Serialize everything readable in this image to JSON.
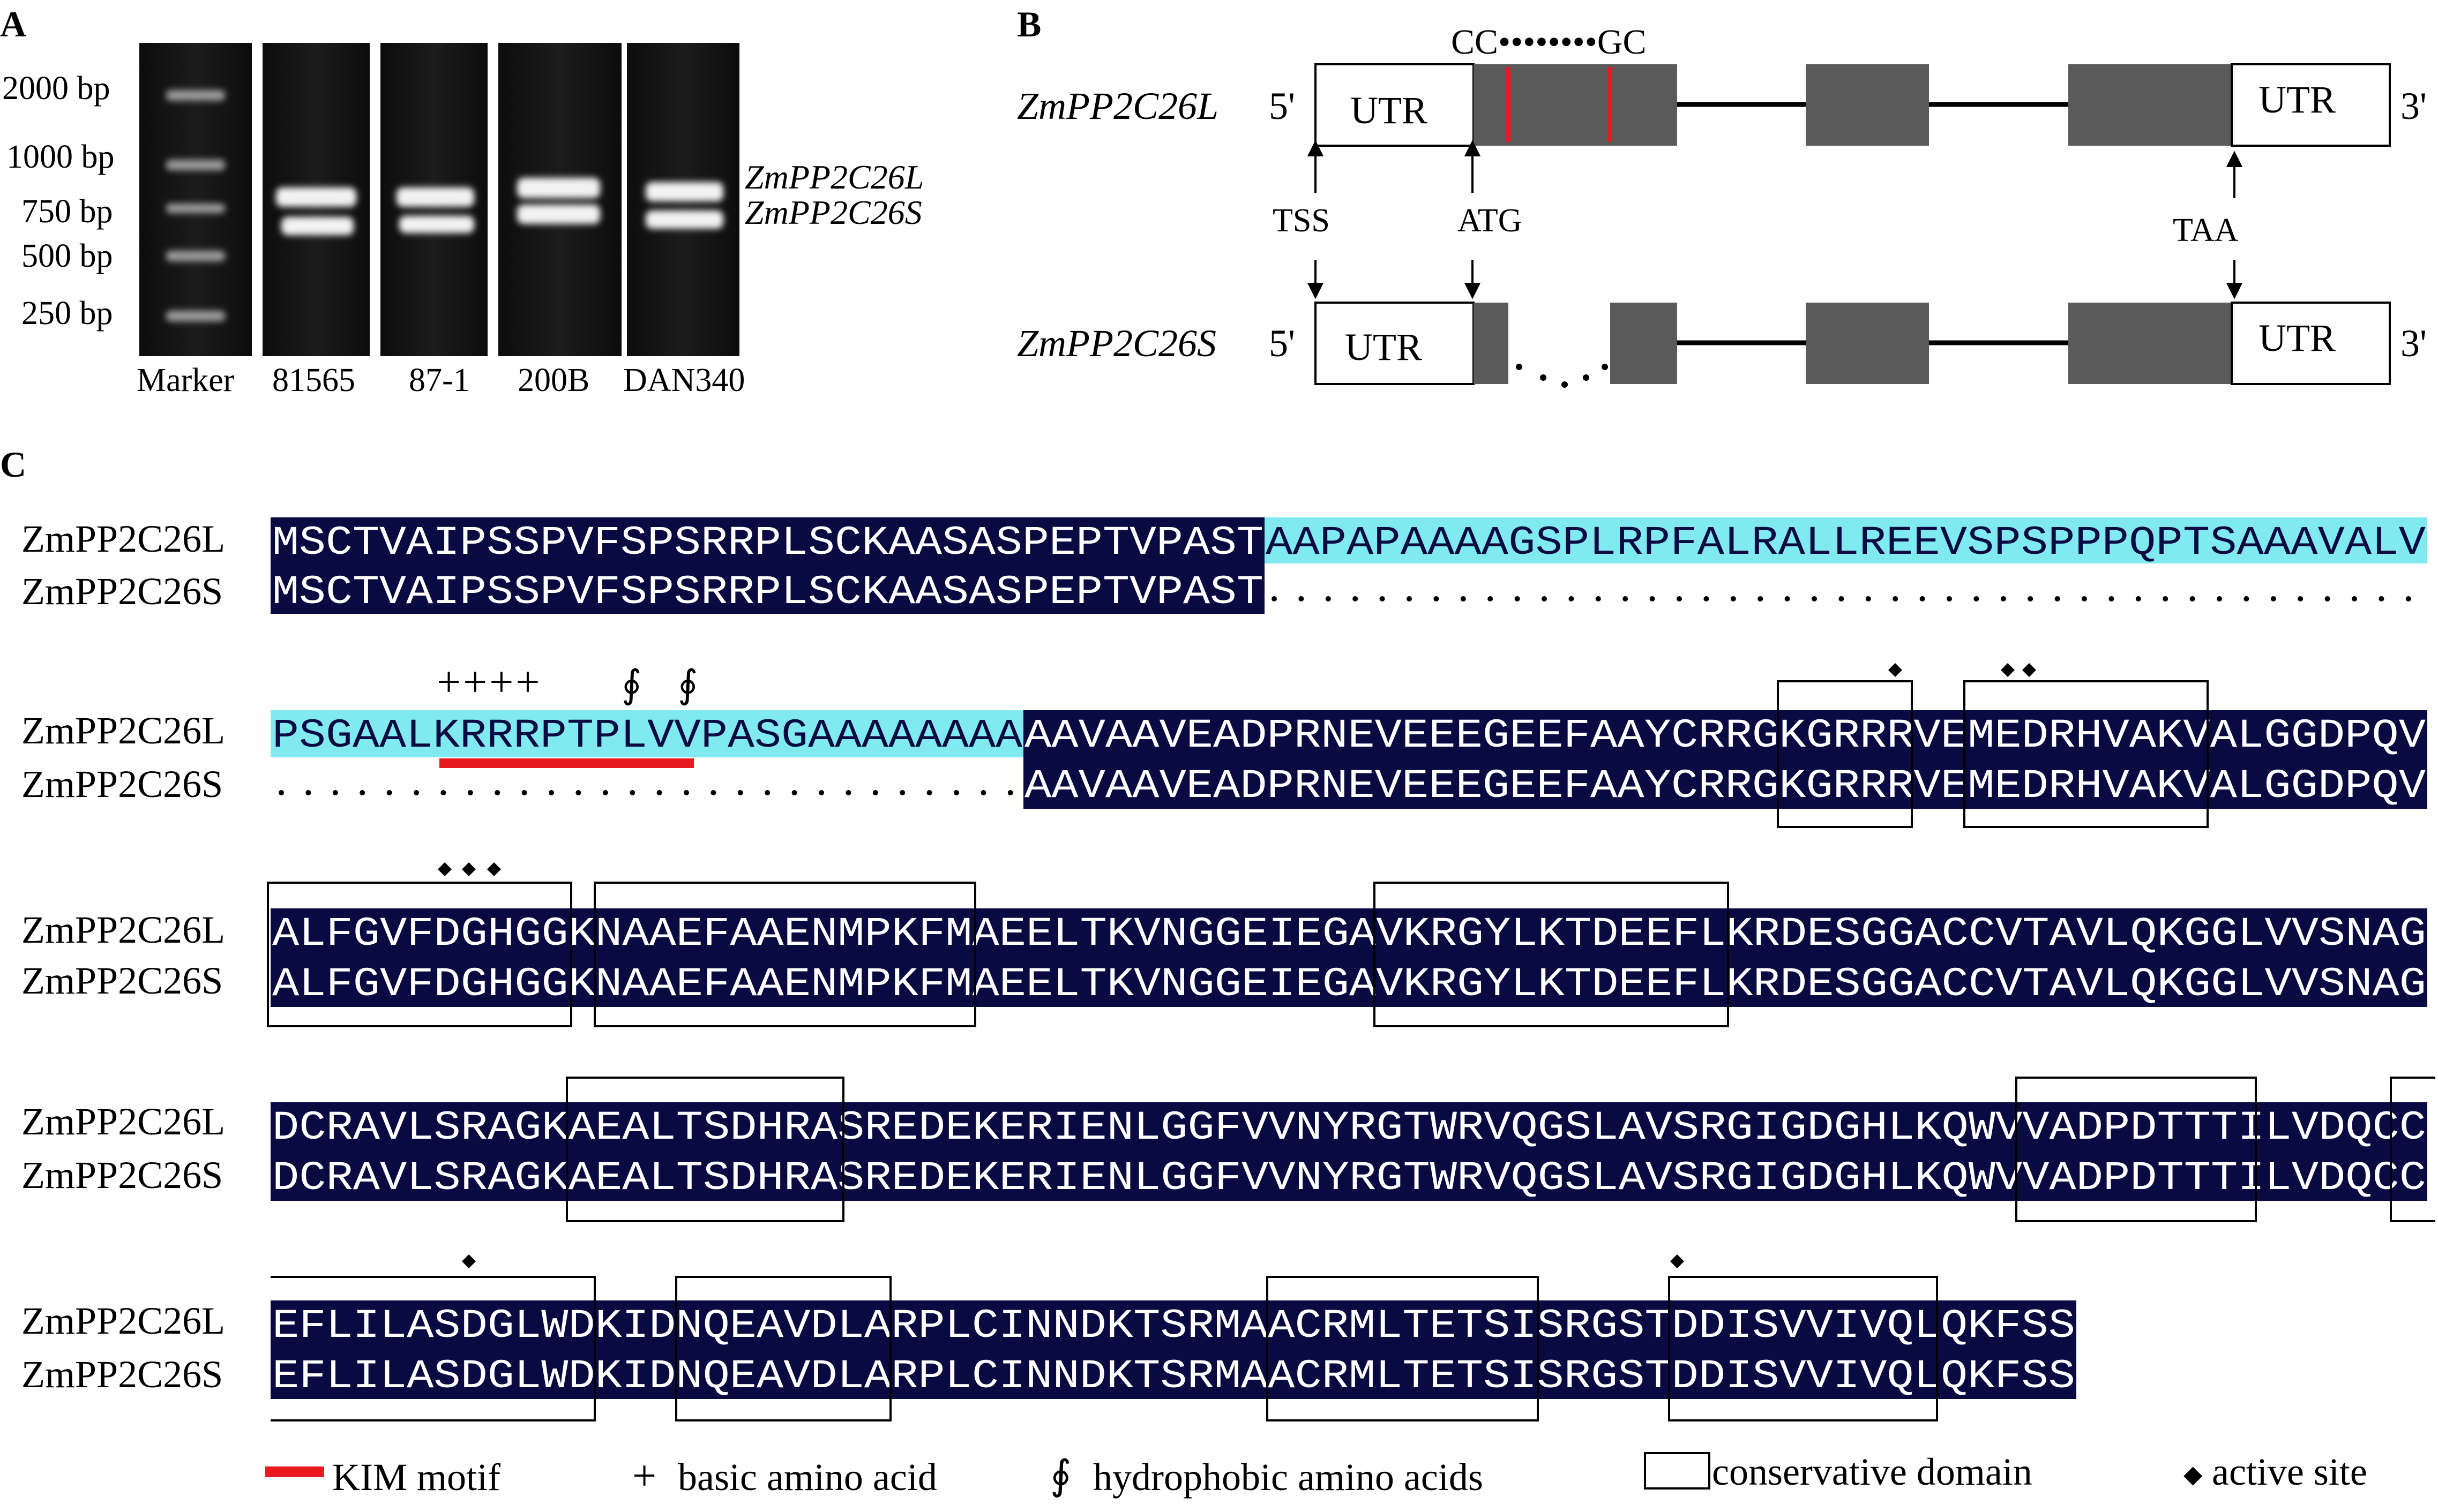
{
  "panels": {
    "a": "A",
    "b": "B",
    "c": "C"
  },
  "gel": {
    "ladder": [
      "2000 bp",
      "1000 bp",
      "750 bp",
      "500 bp",
      "250 bp"
    ],
    "lanes": [
      "Marker",
      "81565",
      "87-1",
      "200B",
      "DAN340"
    ],
    "band_labels": [
      "ZmPP2C26L",
      "ZmPP2C26S"
    ]
  },
  "gene": {
    "long_name": "ZmPP2C26L",
    "short_name": "ZmPP2C26S",
    "five_prime": "5'",
    "three_prime": "3'",
    "utr": "UTR",
    "cc_gc": "CC••••••••GC",
    "tss": "TSS",
    "atg": "ATG",
    "taa": "TAA"
  },
  "alignment": {
    "blocks": [
      {
        "l_name": "ZmPP2C26L",
        "s_name": "ZmPP2C26S",
        "l_a": "MSCTVAIPSSPVFSPSRRPLSCKAASASPEPTVPAST",
        "l_b": "AAPAPAAAAGSPLRPFALRALLREEVSPSPPPQPTSAAAVALV",
        "s_a": "MSCTVAIPSSPVFSPSRRPLSCKAASASPEPTVPAST"
      },
      {
        "l_name": "ZmPP2C26L",
        "s_name": "ZmPP2C26S",
        "l_a": "PSGAALKRRRPTPLVVPASGAAAAAAAA",
        "l_b": "AAVAAVEADPRNEVEEEGEEFAAYCRRGKGRRRVEMEDRHVAKVALGGDPQV",
        "s_b": "AAVAAVEADPRNEVEEEGEEFAAYCRRGKGRRRVEMEDRHVAKVALGGDPQV",
        "plus": "++++",
        "phi1": "∮",
        "phi2": "∮"
      },
      {
        "l_name": "ZmPP2C26L",
        "s_name": "ZmPP2C26S",
        "l": "ALFGVFDGHGGKNAAEFAAENMPKFMAEELTKVNGGEIEGAVKRGYLKTDEEFLKRDESGGACCVTAVLQKGGLVVSNAG",
        "s": "ALFGVFDGHGGKNAAEFAAENMPKFMAEELTKVNGGEIEGAVKRGYLKTDEEFLKRDESGGACCVTAVLQKGGLVVSNAG"
      },
      {
        "l_name": "ZmPP2C26L",
        "s_name": "ZmPP2C26S",
        "l": "DCRAVLSRAGKAEALTSDHRASREDEKERIENLGGFVVNYRGTWRVQGSLAVSRGIGDGHLKQWVVADPDTTTILVDQCC",
        "s": "DCRAVLSRAGKAEALTSDHRASREDEKERIENLGGFVVNYRGTWRVQGSLAVSRGIGDGHLKQWVVADPDTTTILVDQCC"
      },
      {
        "l_name": "ZmPP2C26L",
        "s_name": "ZmPP2C26S",
        "l": "EFLILASDGLWDKIDNQEAVDLARPLCINNDKTSRMAACRMLTETSISRGSTDDISVVIVQLQKFSS",
        "s": "EFLILASDGLWDKIDNQEAVDLARPLCINNDKTSRMAACRMLTETSISRGSTDDISVVIVQLQKFSS"
      }
    ]
  },
  "legend": {
    "kim": "KIM motif",
    "plus_sym": "+",
    "basic": "basic amino acid",
    "phi_sym": "∮",
    "hydro": "hydrophobic amino acids",
    "domain": "conservative domain",
    "diamond": "◆",
    "active": "active site"
  },
  "colors": {
    "alignment_dark": "#0a0a42",
    "alignment_cyan": "#80eaf0",
    "kim": "#e8191f",
    "exon": "#5a5a5a",
    "gel": "#141414"
  }
}
